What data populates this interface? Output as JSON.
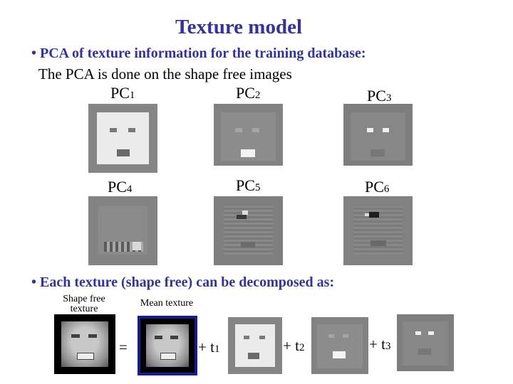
{
  "title": "Texture model",
  "bullet1": "• PCA of texture information for the training database:",
  "line2": "The PCA is done on the shape free images",
  "pcs": [
    {
      "label": "PC",
      "index": "1"
    },
    {
      "label": "PC",
      "index": "2"
    },
    {
      "label": "PC",
      "index": "3"
    },
    {
      "label": "PC",
      "index": "4"
    },
    {
      "label": "PC",
      "index": "5"
    },
    {
      "label": "PC",
      "index": "6"
    }
  ],
  "bullet2": "• Each texture (shape free) can be decomposed as:",
  "decomposition": {
    "shape_free_label": "Shape free texture",
    "mean_label": "Mean texture",
    "equals": "=",
    "terms": [
      {
        "sign": "+ t",
        "index": "1"
      },
      {
        "sign": "+ t",
        "index": "2"
      },
      {
        "sign": "+ t",
        "index": "3"
      }
    ]
  },
  "colors": {
    "heading": "#333399",
    "image_bg": "#808080",
    "mean_frame": "#1a1a8c"
  }
}
